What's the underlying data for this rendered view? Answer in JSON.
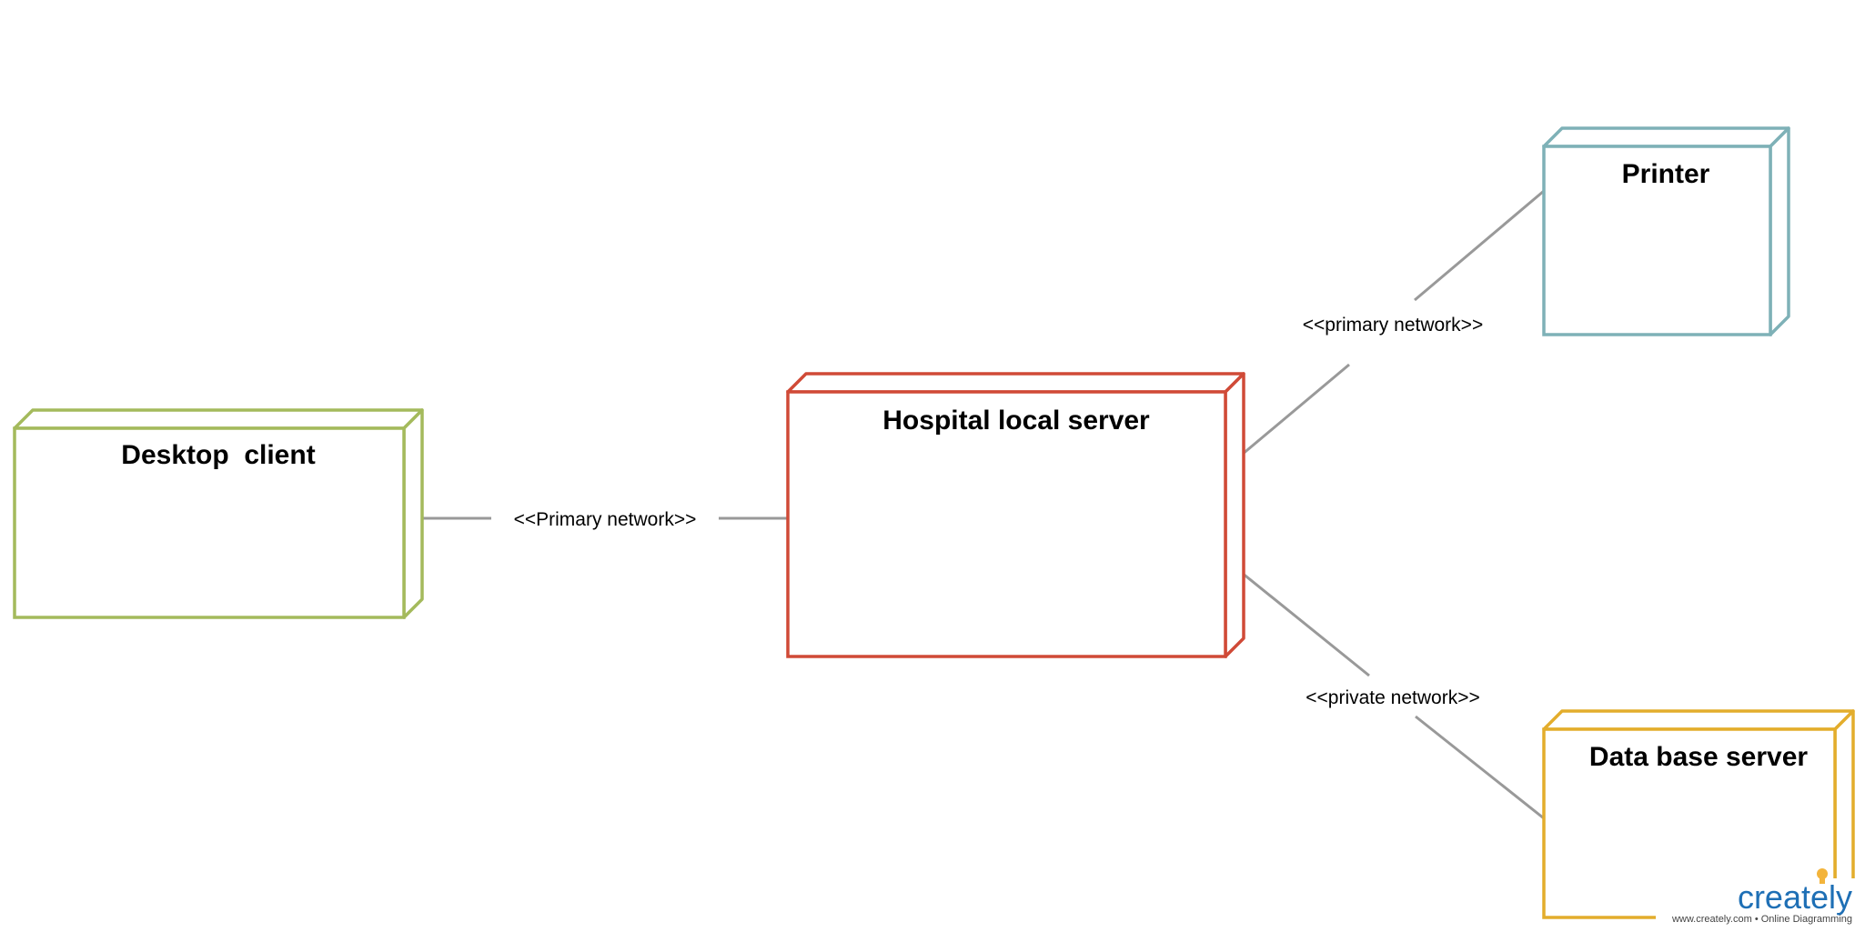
{
  "colors": {
    "edge": "#999999",
    "desktop_client": "#a4ba5c",
    "hospital_server": "#d04a37",
    "printer": "#7eb1b7",
    "database_server": "#e3ad2c",
    "watermark_text": "#1e6fb5",
    "watermark_bulb": "#f3b43b"
  },
  "nodes": {
    "desktop_client": {
      "title": "Desktop  client"
    },
    "hospital_server": {
      "title": "Hospital local server"
    },
    "printer": {
      "title": "Printer"
    },
    "database_server": {
      "title": "Data base server"
    }
  },
  "edges": {
    "client_to_server": {
      "label": "<<Primary network>>"
    },
    "server_to_printer": {
      "label": "<<primary network>>"
    },
    "server_to_database": {
      "label": "<<private network>>"
    }
  },
  "watermark": {
    "brand": "creately",
    "tagline": "www.creately.com • Online Diagramming",
    "icon": "lightbulb-icon"
  }
}
